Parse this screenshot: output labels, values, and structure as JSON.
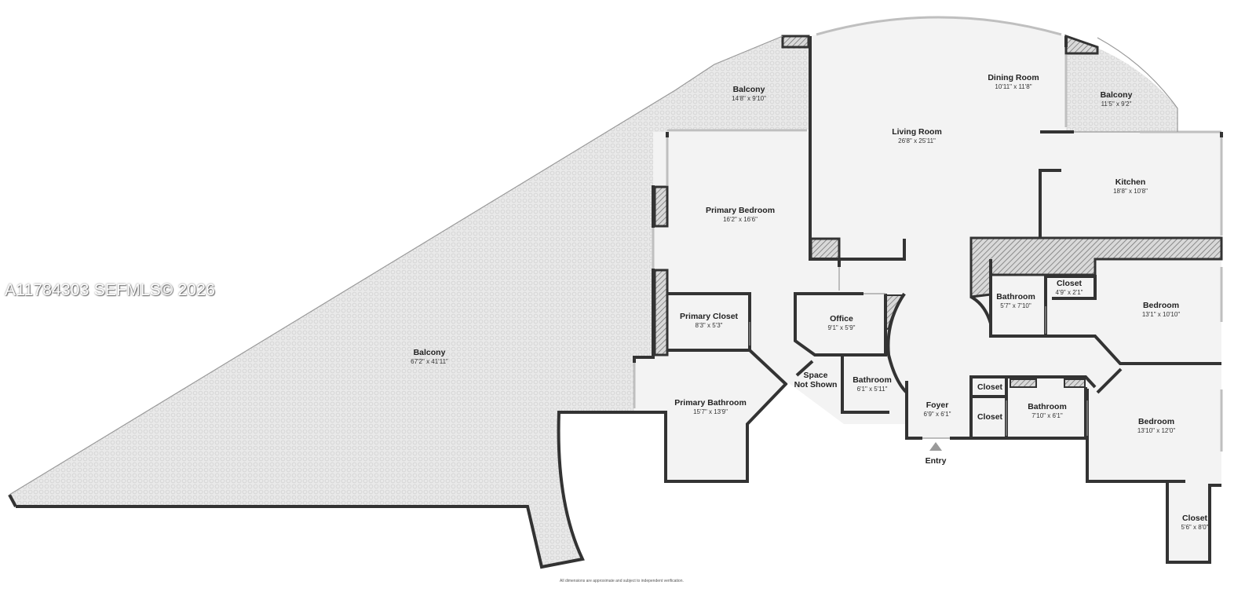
{
  "rooms": [
    {
      "id": "balcony-large",
      "name": "Balcony",
      "dims": "67'2\" x 41'11\""
    },
    {
      "id": "balcony-top",
      "name": "Balcony",
      "dims": "14'8\" x 9'10\""
    },
    {
      "id": "balcony-right",
      "name": "Balcony",
      "dims": "11'5\" x 9'2\""
    },
    {
      "id": "dining-room",
      "name": "Dining Room",
      "dims": "10'11\" x 11'8\""
    },
    {
      "id": "living-room",
      "name": "Living Room",
      "dims": "26'8\" x 25'11\""
    },
    {
      "id": "kitchen",
      "name": "Kitchen",
      "dims": "18'8\" x 10'8\""
    },
    {
      "id": "primary-bedroom",
      "name": "Primary Bedroom",
      "dims": "16'2\" x 16'6\""
    },
    {
      "id": "primary-closet",
      "name": "Primary Closet",
      "dims": "8'3\" x 5'3\""
    },
    {
      "id": "office",
      "name": "Office",
      "dims": "9'1\" x 5'9\""
    },
    {
      "id": "primary-bathroom",
      "name": "Primary Bathroom",
      "dims": "15'7\" x 13'9\""
    },
    {
      "id": "bathroom-mid",
      "name": "Bathroom",
      "dims": "6'1\" x 5'11\""
    },
    {
      "id": "foyer",
      "name": "Foyer",
      "dims": "6'9\" x 6'1\""
    },
    {
      "id": "bathroom-upper",
      "name": "Bathroom",
      "dims": "5'7\" x 7'10\""
    },
    {
      "id": "closet-small",
      "name": "Closet",
      "dims": "4'9\" x 2'1\""
    },
    {
      "id": "bedroom-upper",
      "name": "Bedroom",
      "dims": "13'1\" x 10'10\""
    },
    {
      "id": "closet-foyer-top",
      "name": "Closet",
      "dims": ""
    },
    {
      "id": "closet-foyer-bottom",
      "name": "Closet",
      "dims": ""
    },
    {
      "id": "bathroom-lower",
      "name": "Bathroom",
      "dims": "7'10\" x 6'1\""
    },
    {
      "id": "bedroom-lower",
      "name": "Bedroom",
      "dims": "13'10\" x 12'0\""
    },
    {
      "id": "closet-walkin",
      "name": "Closet",
      "dims": "5'6\" x 8'0\""
    }
  ],
  "labels": {
    "space_not_shown_1": "Space",
    "space_not_shown_2": "Not Shown",
    "entry": "Entry"
  },
  "watermark": "A11784303  SEFMLS© 2026",
  "footnote": "All dimensions are approximate and subject to independent verification.",
  "colors": {
    "wall": "#333333",
    "floor": "#f2f2f2",
    "balcony_fill": "#e6e6e6",
    "hatch": "#888888",
    "window": "#bfbfbf",
    "entry_marker": "#9a9a9a"
  }
}
